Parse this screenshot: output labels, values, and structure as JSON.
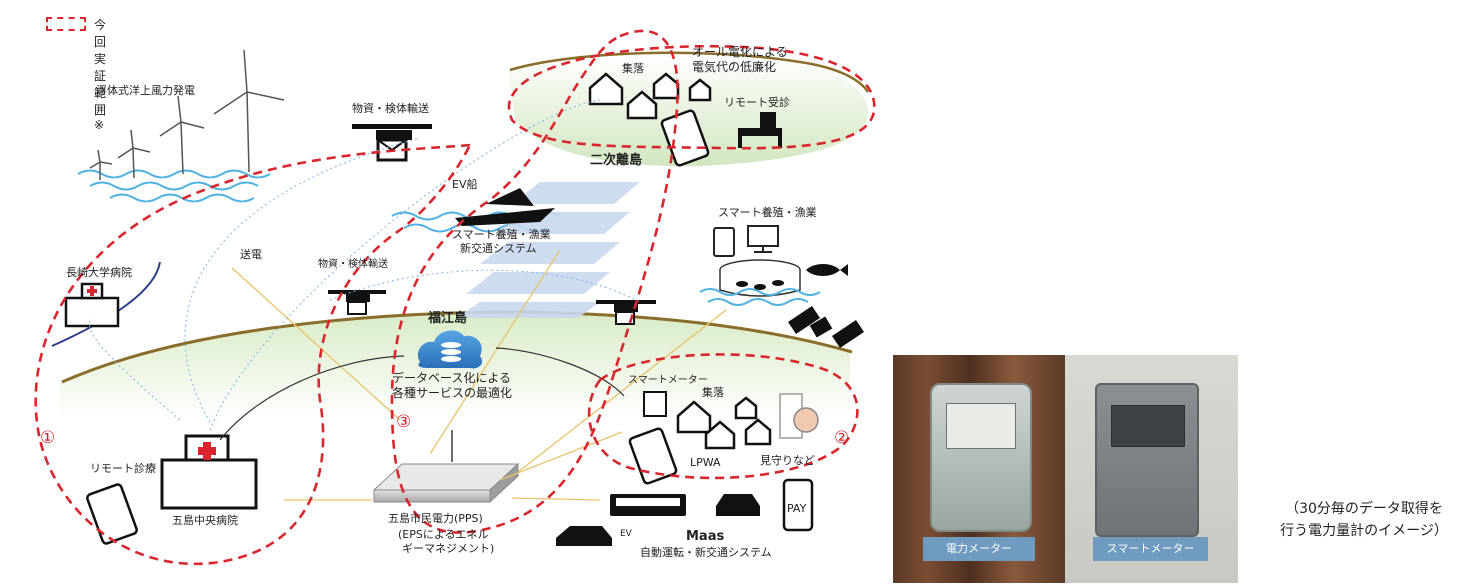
{
  "legend": {
    "label": "今回実証範囲※"
  },
  "labels": {
    "wind": "浮体式洋上風力発電",
    "drone_top": "物資・検体輸送",
    "village": "集落",
    "all_electric_1": "オール電化による",
    "all_electric_2": "電気代の低廉化",
    "remote_consult": "リモート受診",
    "secondary_island": "二次離島",
    "ev_boat": "EV船",
    "aqua_route_1": "スマート養殖・漁業",
    "aqua_route_2": "新交通システム",
    "smart_aqua": "スマート養殖・漁業",
    "transmission": "送電",
    "drone_mid": "物資・検体輸送",
    "nagasaki": "長崎大学病院",
    "fukue": "福江島",
    "database_1": "データベース化による",
    "database_2": "各種サービスの最適化",
    "smart_meter": "スマートメーター",
    "village2": "集落",
    "lpwa": "LPWA",
    "watch": "見守りなど",
    "remote_care": "リモート診療",
    "goto_hospital": "五島中央病院",
    "pps": "五島市民電力(PPS)",
    "eps_1": "(EPSによるエネル",
    "eps_2": "ギーマネジメント)",
    "pay": "PAY",
    "ev": "EV",
    "maas": "Maas",
    "maas_sub": "自動運転・新交通システム"
  },
  "zones": [
    "①",
    "②",
    "③"
  ],
  "photo": {
    "meter_left": "電力メーター",
    "meter_right": "スマートメーター"
  },
  "caption": {
    "line1": "（30分毎のデータ取得を",
    "line2": "行う電力量計のイメージ）"
  },
  "colors": {
    "dashed": "#d9262e",
    "ground": "#8a6d2a",
    "cloud": "#3d8ad0",
    "sea": "#4fb2e3"
  }
}
